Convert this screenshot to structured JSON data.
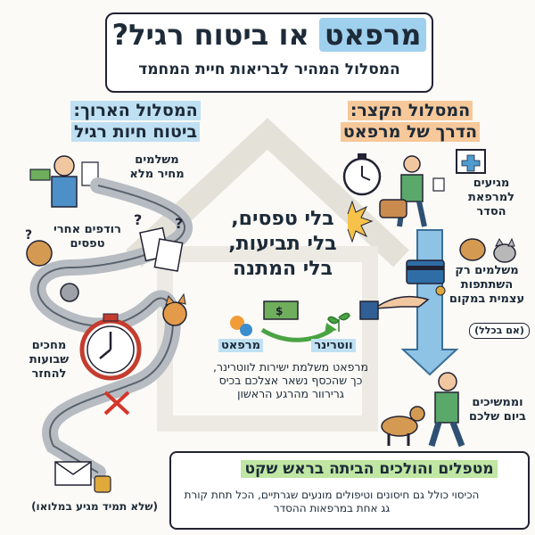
{
  "header": {
    "title_highlight": "מרפאט",
    "title_rest": "או ביטוח רגיל?",
    "subtitle": "המסלול המהיר לבריאות חיית המחמד"
  },
  "short_path": {
    "heading_line1": "המסלול הקצר:",
    "heading_line2": "הדרך של מרפאט",
    "step_arrive": "מגיעים למרפאת הסדר",
    "step_pay": "משלמים רק השתתפות עצמית במקום",
    "step_pay_note": "(אם בכלל)",
    "step_continue": "וממשיכים ביום שלכם"
  },
  "long_path": {
    "heading_line1": "המסלול הארוך:",
    "heading_line2": "ביטוח חיות רגיל",
    "step_full_price": "משלמים מחיר מלא",
    "step_forms": "רודפים אחרי טפסים",
    "step_wait": "מחכים שבועות להחזר",
    "step_partial": "(שלא תמיד מגיע במלואו)"
  },
  "middle": {
    "slogan_line1": "בלי טפסים,",
    "slogan_line2": "בלי תביעות,",
    "slogan_line3": "בלי המתנה",
    "label_vet": "ווטרינר",
    "label_marpet": "מרפאט",
    "explanation": "מרפאט משלמת ישירות לווטרינר, כך שהכסף נשאר אצלכם בכיס גרירוור מהרגע הראשון"
  },
  "bottom": {
    "headline": "מטפלים והולכים הביתה בראש שקט",
    "text": "הכיסוי כולל גם חיסונים וטיפולים מונעים שגרתיים, הכל תחת קורת גג אחת במרפאות ההסדר"
  },
  "colors": {
    "blue_accent": "#9fd0ee",
    "orange_accent": "#f6c89a",
    "green_accent": "#bfe6a3",
    "ink": "#1d2a38"
  }
}
